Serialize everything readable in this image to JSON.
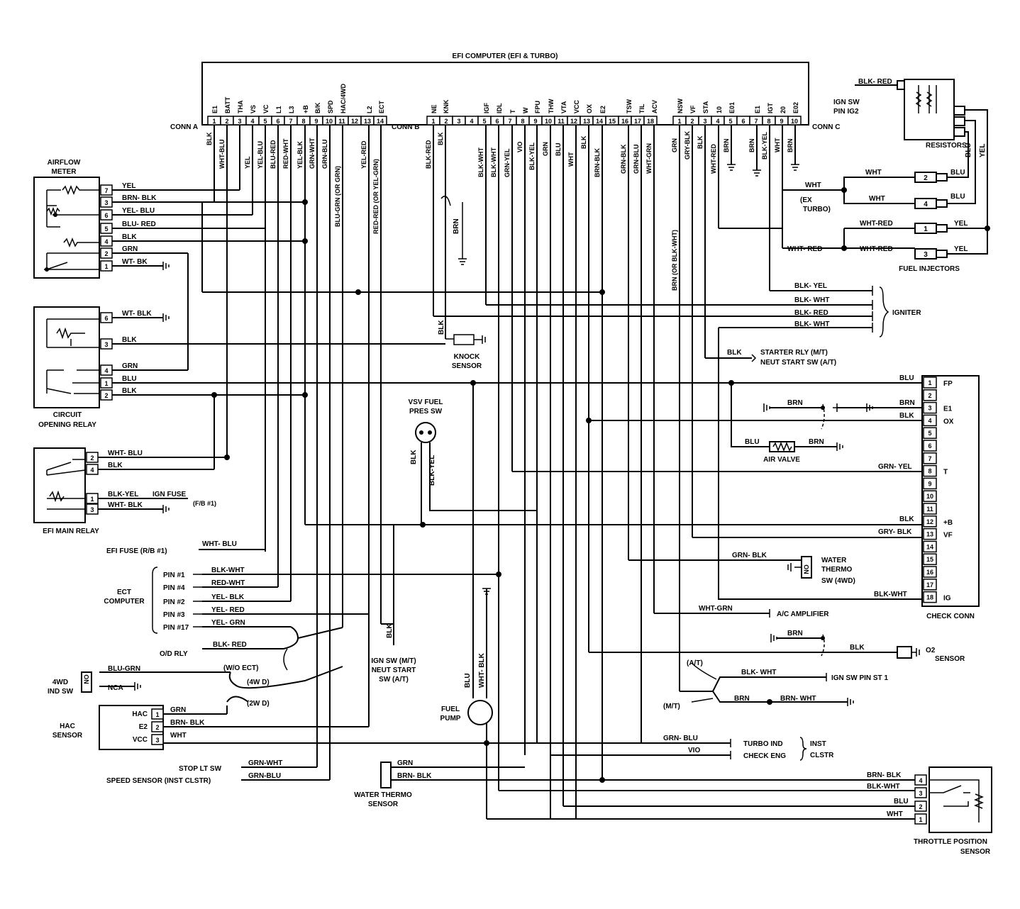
{
  "ecu": {
    "title": "EFI COMPUTER (EFI & TURBO)",
    "conn_a": "CONN A",
    "conn_b": "CONN B",
    "conn_c": "CONN C",
    "terms_a": [
      "E1",
      "BATT",
      "THA",
      "VS",
      "VC",
      "L1",
      "L3",
      "+B",
      "B/K",
      "SPD",
      "HAC/4WD",
      "L2",
      "ECT"
    ],
    "terms_b": [
      "NE",
      "KNK",
      "IGF",
      "IDL",
      "T",
      "W",
      "FPU",
      "THW",
      "VTA",
      "VCC",
      "OX",
      "E2",
      "TSW",
      "TIL",
      "ACV"
    ],
    "terms_c": [
      "NSW",
      "VF",
      "STA",
      "10",
      "E01",
      "E1",
      "IGT",
      "20",
      "E02"
    ],
    "pins_a": [
      "1",
      "2",
      "3",
      "4",
      "5",
      "6",
      "7",
      "8",
      "9",
      "10",
      "11",
      "12",
      "13",
      "14"
    ],
    "pins_b": [
      "1",
      "2",
      "3",
      "4",
      "5",
      "6",
      "7",
      "8",
      "9",
      "10",
      "11",
      "12",
      "13",
      "14",
      "15",
      "16",
      "17",
      "18"
    ],
    "pins_c": [
      "1",
      "2",
      "3",
      "4",
      "5",
      "6",
      "7",
      "8",
      "9",
      "10"
    ],
    "wires_a": [
      "BLK",
      "WHT-BLU",
      "YEL",
      "YEL-BLU",
      "BLU-RED",
      "RED-WHT",
      "YEL-BLK",
      "GRN-WHT",
      "GRN-BLU",
      "BLU-GRN (OR GRN)",
      "YEL-RED",
      "RED-RED (OR YEL-GRN)"
    ],
    "wires_b": [
      "BLK-RED",
      "BLK",
      "BLK-WHT",
      "BLK-WHT",
      "GRN-YEL",
      "VIO",
      "BLK-YEL",
      "GRN",
      "BLU",
      "WHT",
      "BLK",
      "BRN-BLK",
      "GRN-BLK",
      "GRN-BLU",
      "WHT-GRN"
    ],
    "wires_c": [
      "GRN",
      "GRY-BLK",
      "BLK",
      "WHT-RED",
      "BRN",
      "BRN",
      "BLK-YEL",
      "WHT",
      "BRN"
    ],
    "nsw_wire": "BRN (OR BLK-WHT)"
  },
  "airflow_meter": {
    "title": [
      "AIRFLOW",
      "METER"
    ],
    "pins": [
      "7",
      "3",
      "6",
      "5",
      "4",
      "2",
      "1"
    ],
    "wires": [
      "YEL",
      "BRN- BLK",
      "YEL- BLU",
      "BLU- RED",
      "BLK",
      "GRN",
      "WT- BK"
    ]
  },
  "circuit_opening_relay": {
    "title": [
      "CIRCUIT",
      "OPENING RELAY"
    ],
    "pins": [
      "6",
      "3",
      "4",
      "1",
      "2"
    ],
    "wires": [
      "WT- BLK",
      "BLK",
      "GRN",
      "BLU",
      "BLK"
    ]
  },
  "efi_main_relay": {
    "title": "EFI MAIN RELAY",
    "pins": [
      "2",
      "4",
      "1",
      "3"
    ],
    "wires": [
      "WHT- BLU",
      "BLK",
      "BLK-YEL",
      "WHT- BLK"
    ],
    "ign_fuse": [
      "IGN FUSE",
      "(F/B #1)"
    ]
  },
  "efi_fuse": {
    "label": "EFI FUSE (R/B #1)",
    "wire": "WHT- BLU"
  },
  "ect": {
    "title": [
      "ECT",
      "COMPUTER"
    ],
    "pins": [
      "PIN #1",
      "PIN #4",
      "PIN #2",
      "PIN #3",
      "PIN #17"
    ],
    "wires": [
      "BLK-WHT",
      "RED-WHT",
      "YEL- BLK",
      "YEL- RED",
      "YEL- GRN"
    ]
  },
  "od_rly": {
    "label": "O/D RLY",
    "wire": "BLK- RED",
    "wo_ect": "(W/O ECT)"
  },
  "ind_sw": {
    "title": [
      "4WD",
      "IND SW"
    ],
    "no": "NO",
    "nc": "NC",
    "wires": [
      "BLU-GRN",
      "NCA"
    ],
    "w4": "(4W D)",
    "w2": "(2W D)"
  },
  "hac": {
    "title": [
      "HAC",
      "SENSOR"
    ],
    "terms": [
      "HAC",
      "E2",
      "VCC"
    ],
    "pins": [
      "1",
      "2",
      "3"
    ],
    "wires": [
      "GRN",
      "BRN- BLK",
      "WHT"
    ]
  },
  "stop_lt": {
    "label": "STOP LT SW",
    "wire": "GRN-WHT"
  },
  "speed": {
    "label": "SPEED SENSOR (INST CLSTR)",
    "wire": "GRN-BLU"
  },
  "knock": {
    "title": [
      "KNOCK",
      "SENSOR"
    ],
    "wire": "BLK",
    "shield": "BRN"
  },
  "vsv": {
    "title": [
      "VSV FUEL",
      "PRES SW"
    ],
    "wires": [
      "BLK",
      "BLK-YEL"
    ]
  },
  "ign_sw_mt": [
    "IGN SW (M/T)",
    "NEUT START",
    "SW (A/T)"
  ],
  "ign_sw_mt_wire": "BLK",
  "fuel_pump": {
    "title": [
      "FUEL",
      "PUMP"
    ],
    "wires": [
      "BLU",
      "WHT- BLK"
    ]
  },
  "water_thermo_sensor": {
    "title": [
      "WATER THERMO",
      "SENSOR"
    ],
    "wires": [
      "GRN",
      "BRN- BLK"
    ]
  },
  "resistors": {
    "title": "RESISTORS",
    "ign": [
      "IGN SW",
      "PIN IG2"
    ],
    "top_wire": "BLK- RED",
    "blu_wire": "BLU",
    "yel_wire": "YEL"
  },
  "injectors": {
    "title": "FUEL INJECTORS",
    "ex_turbo": [
      "(EX",
      "TURBO)"
    ],
    "ids": [
      "2",
      "4",
      "1",
      "3"
    ],
    "wires_left": [
      "WHT",
      "WHT",
      "WHT-RED",
      "WHT-RED"
    ],
    "wires_right": [
      "BLU",
      "BLU",
      "YEL",
      "YEL"
    ],
    "wht_label": "WHT",
    "wht_red_label": "WHT- RED"
  },
  "igniter": {
    "title": "IGNITER",
    "wires": [
      "BLK- YEL",
      "BLK- WHT",
      "BLK- RED",
      "BLK- WHT"
    ]
  },
  "starter": {
    "labels": [
      "STARTER RLY (M/T)",
      "NEUT START SW (A/T)"
    ],
    "wire": "BLK"
  },
  "check_conn": {
    "title": "CHECK CONN",
    "pins": [
      "1",
      "2",
      "3",
      "4",
      "5",
      "6",
      "7",
      "8",
      "9",
      "10",
      "11",
      "12",
      "13",
      "14",
      "15",
      "16",
      "17",
      "18"
    ],
    "terms": [
      "FP",
      "",
      "E1",
      "OX",
      "",
      "",
      "",
      "T",
      "",
      "",
      "",
      "+B",
      "VF",
      "",
      "",
      "",
      "",
      "IG"
    ],
    "wires": [
      "BLU",
      "BRN",
      "BLK",
      "GRN- YEL",
      "BLK",
      "GRY- BLK",
      "BLK-WHT"
    ]
  },
  "air_valve": {
    "title": "AIR VALVE",
    "wires": [
      "BLU",
      "BRN"
    ],
    "brn_left": "BRN"
  },
  "water_thermo_sw": {
    "title": [
      "WATER",
      "THERMO",
      "SW (4WD)"
    ],
    "wire": "GRN- BLK",
    "no": "NO"
  },
  "ac_amp": {
    "label": "A/C AMPLIFIER",
    "wire": "WHT-GRN"
  },
  "o2": {
    "title": [
      "O2",
      "SENSOR"
    ],
    "wires": [
      "BRN",
      "BLK"
    ]
  },
  "ign_st": {
    "label": "IGN SW PIN ST 1",
    "wire": "BLK- WHT",
    "at": "(A/T)",
    "mt": "(M/T)",
    "wires2": [
      "BRN",
      "BRN- WHT"
    ]
  },
  "inst": {
    "labels": [
      "TURBO IND",
      "CHECK ENG"
    ],
    "title": [
      "INST",
      "CLSTR"
    ],
    "wires": [
      "GRN- BLU",
      "VIO"
    ]
  },
  "tps": {
    "title": [
      "THROTTLE POSITION",
      "SENSOR"
    ],
    "pins": [
      "4",
      "3",
      "2",
      "1"
    ],
    "wires": [
      "BRN- BLK",
      "BLK-WHT",
      "BLU",
      "WHT"
    ]
  }
}
